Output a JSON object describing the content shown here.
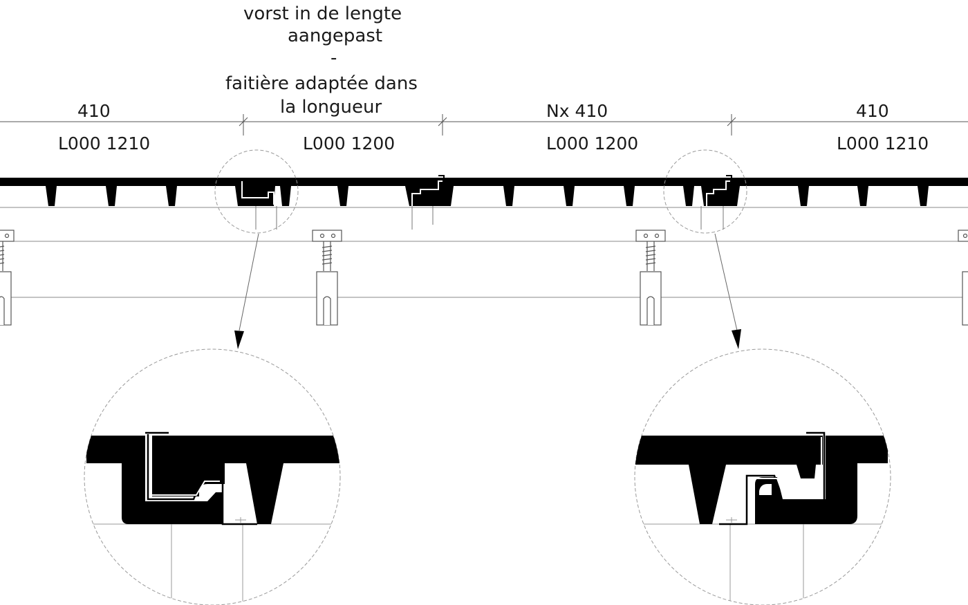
{
  "annotation": {
    "line1": "vorst in de lengte",
    "line2": "aangepast",
    "line3": "-",
    "line4": "faitière adaptée dans",
    "line5": "la longueur"
  },
  "dimensions": {
    "d1": "410",
    "d2": "Nx 410",
    "d3": "410"
  },
  "panels": {
    "p1": "L000 1210",
    "p2": "L000 1200",
    "p3": "L000 1200",
    "p4": "L000 1210"
  },
  "colors": {
    "ink": "#000000",
    "line": "#7a7a7a",
    "dash": "#9a9a9a"
  }
}
